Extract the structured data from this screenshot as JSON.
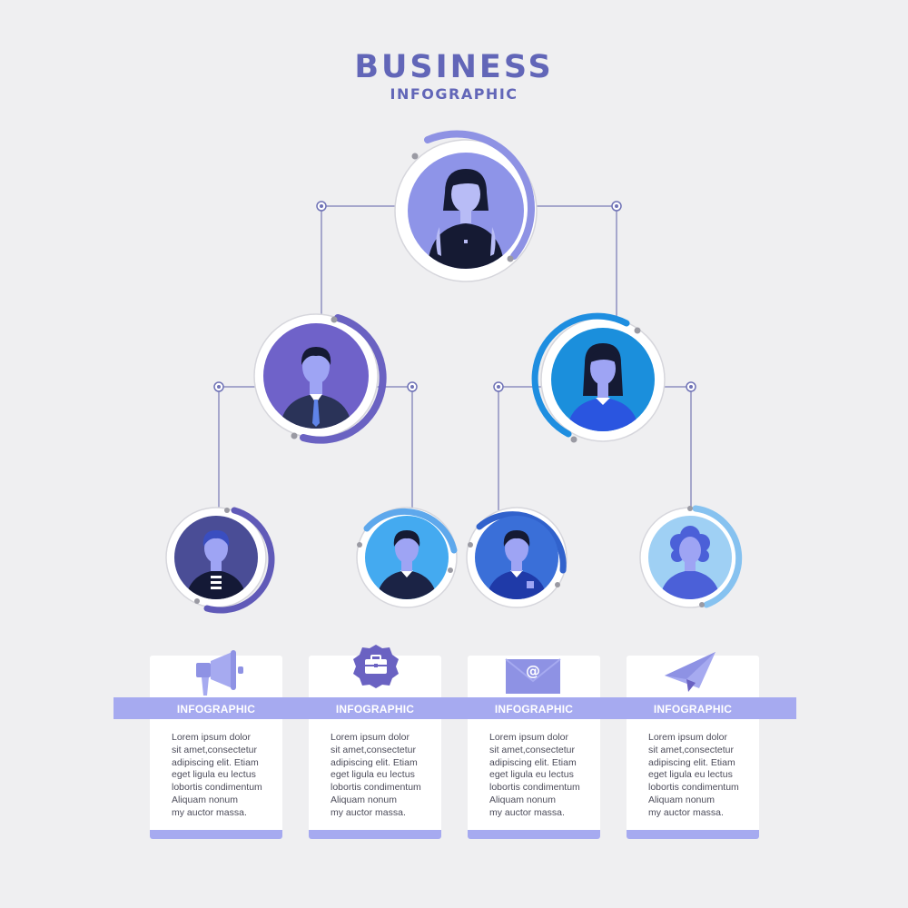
{
  "header": {
    "title": "BUSINESS",
    "subtitle": "INFOGRAPHIC"
  },
  "colors": {
    "background": "#efeff1",
    "title": "#6266b8",
    "band": "#a6aaf0",
    "connector": "#8d8fbf",
    "ring_purple": "#6868c8",
    "ring_blue": "#1c8ee0",
    "ring_light": "#86c2f0"
  },
  "org_chart": {
    "nodes": [
      {
        "id": "ceo",
        "icon": "woman-avatar-icon",
        "level": 1
      },
      {
        "id": "manager-left",
        "icon": "man-tie-avatar-icon",
        "level": 2
      },
      {
        "id": "manager-right",
        "icon": "woman-avatar-icon",
        "level": 2
      },
      {
        "id": "staff-1",
        "icon": "man-striped-shirt-avatar-icon",
        "level": 3
      },
      {
        "id": "staff-2",
        "icon": "man-avatar-icon",
        "level": 3
      },
      {
        "id": "staff-3",
        "icon": "man-badge-avatar-icon",
        "level": 3
      },
      {
        "id": "staff-4",
        "icon": "woman-curly-hair-avatar-icon",
        "level": 3
      }
    ],
    "edges": [
      [
        "ceo",
        "manager-left"
      ],
      [
        "ceo",
        "manager-right"
      ],
      [
        "manager-left",
        "staff-1"
      ],
      [
        "manager-left",
        "staff-2"
      ],
      [
        "manager-right",
        "staff-3"
      ],
      [
        "manager-right",
        "staff-4"
      ]
    ]
  },
  "cards": [
    {
      "icon": "megaphone-icon",
      "label": "INFOGRAPHIC",
      "lines": [
        "Lorem ipsum dolor",
        "sit amet,consectetur",
        "adipiscing elit. Etiam",
        "eget ligula eu lectus",
        "lobortis condimentum",
        "Aliquam nonum",
        "my auctor massa."
      ]
    },
    {
      "icon": "briefcase-badge-icon",
      "label": "INFOGRAPHIC",
      "lines": [
        "Lorem ipsum dolor",
        "sit amet,consectetur",
        "adipiscing elit. Etiam",
        "eget ligula eu lectus",
        "lobortis condimentum",
        "Aliquam nonum",
        "my auctor massa."
      ]
    },
    {
      "icon": "email-envelope-icon",
      "label": "INFOGRAPHIC",
      "lines": [
        "Lorem ipsum dolor",
        "sit amet,consectetur",
        "adipiscing elit. Etiam",
        "eget ligula eu lectus",
        "lobortis condimentum",
        "Aliquam nonum",
        "my auctor massa."
      ]
    },
    {
      "icon": "paper-plane-icon",
      "label": "INFOGRAPHIC",
      "lines": [
        "Lorem ipsum dolor",
        "sit amet,consectetur",
        "adipiscing elit. Etiam",
        "eget ligula eu lectus",
        "lobortis condimentum",
        "Aliquam nonum",
        "my auctor massa."
      ]
    }
  ]
}
